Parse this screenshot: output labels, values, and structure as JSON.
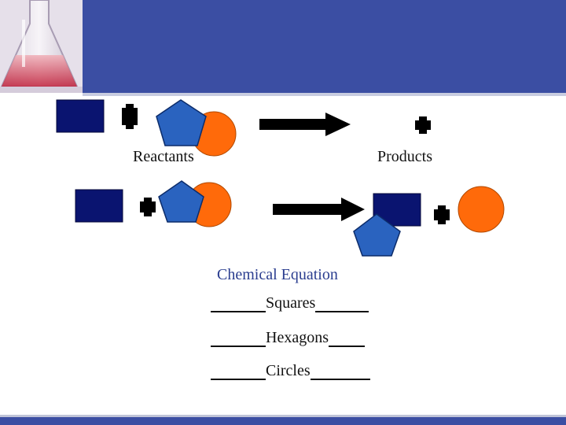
{
  "labels": {
    "reactants": "Reactants",
    "products": "Products"
  },
  "equation": {
    "title": "Chemical Equation",
    "rows": [
      {
        "word": "Squares"
      },
      {
        "word": "Hexagons"
      },
      {
        "word": "Circles"
      }
    ]
  },
  "colors": {
    "header": "#3b4ea3",
    "square": "#0a1470",
    "pentagon": "#2a63bf",
    "circle": "#ff6a0a",
    "arrow": "#000000"
  }
}
